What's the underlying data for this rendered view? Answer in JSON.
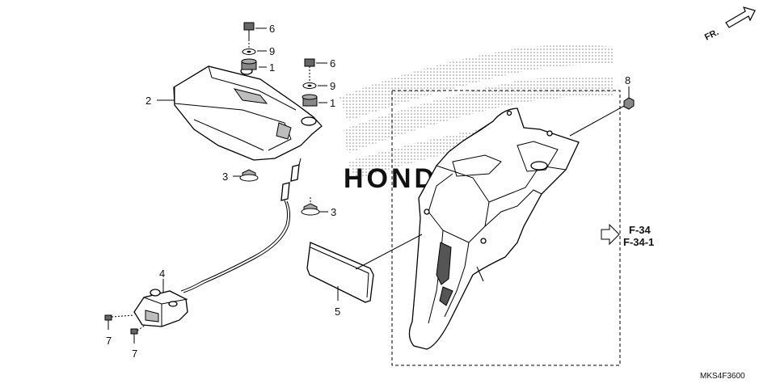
{
  "diagram": {
    "direction_label": "FR.",
    "drawing_code": "MKS4F3600",
    "watermark_text": "HONDA",
    "references": [
      "F-34",
      "F-34-1"
    ],
    "callouts": {
      "tail_light_bolt": "6",
      "tail_light_washer": "9",
      "tail_light_grommet": "1",
      "tail_light": "2",
      "mount_nut_left": "3",
      "right_bolt": "6",
      "right_washer": "9",
      "right_grommet": "1",
      "mount_nut_right": "3",
      "license_light": "4",
      "screw_upper": "7",
      "screw_lower": "7",
      "reflector": "5",
      "fender_nut": "8"
    }
  }
}
